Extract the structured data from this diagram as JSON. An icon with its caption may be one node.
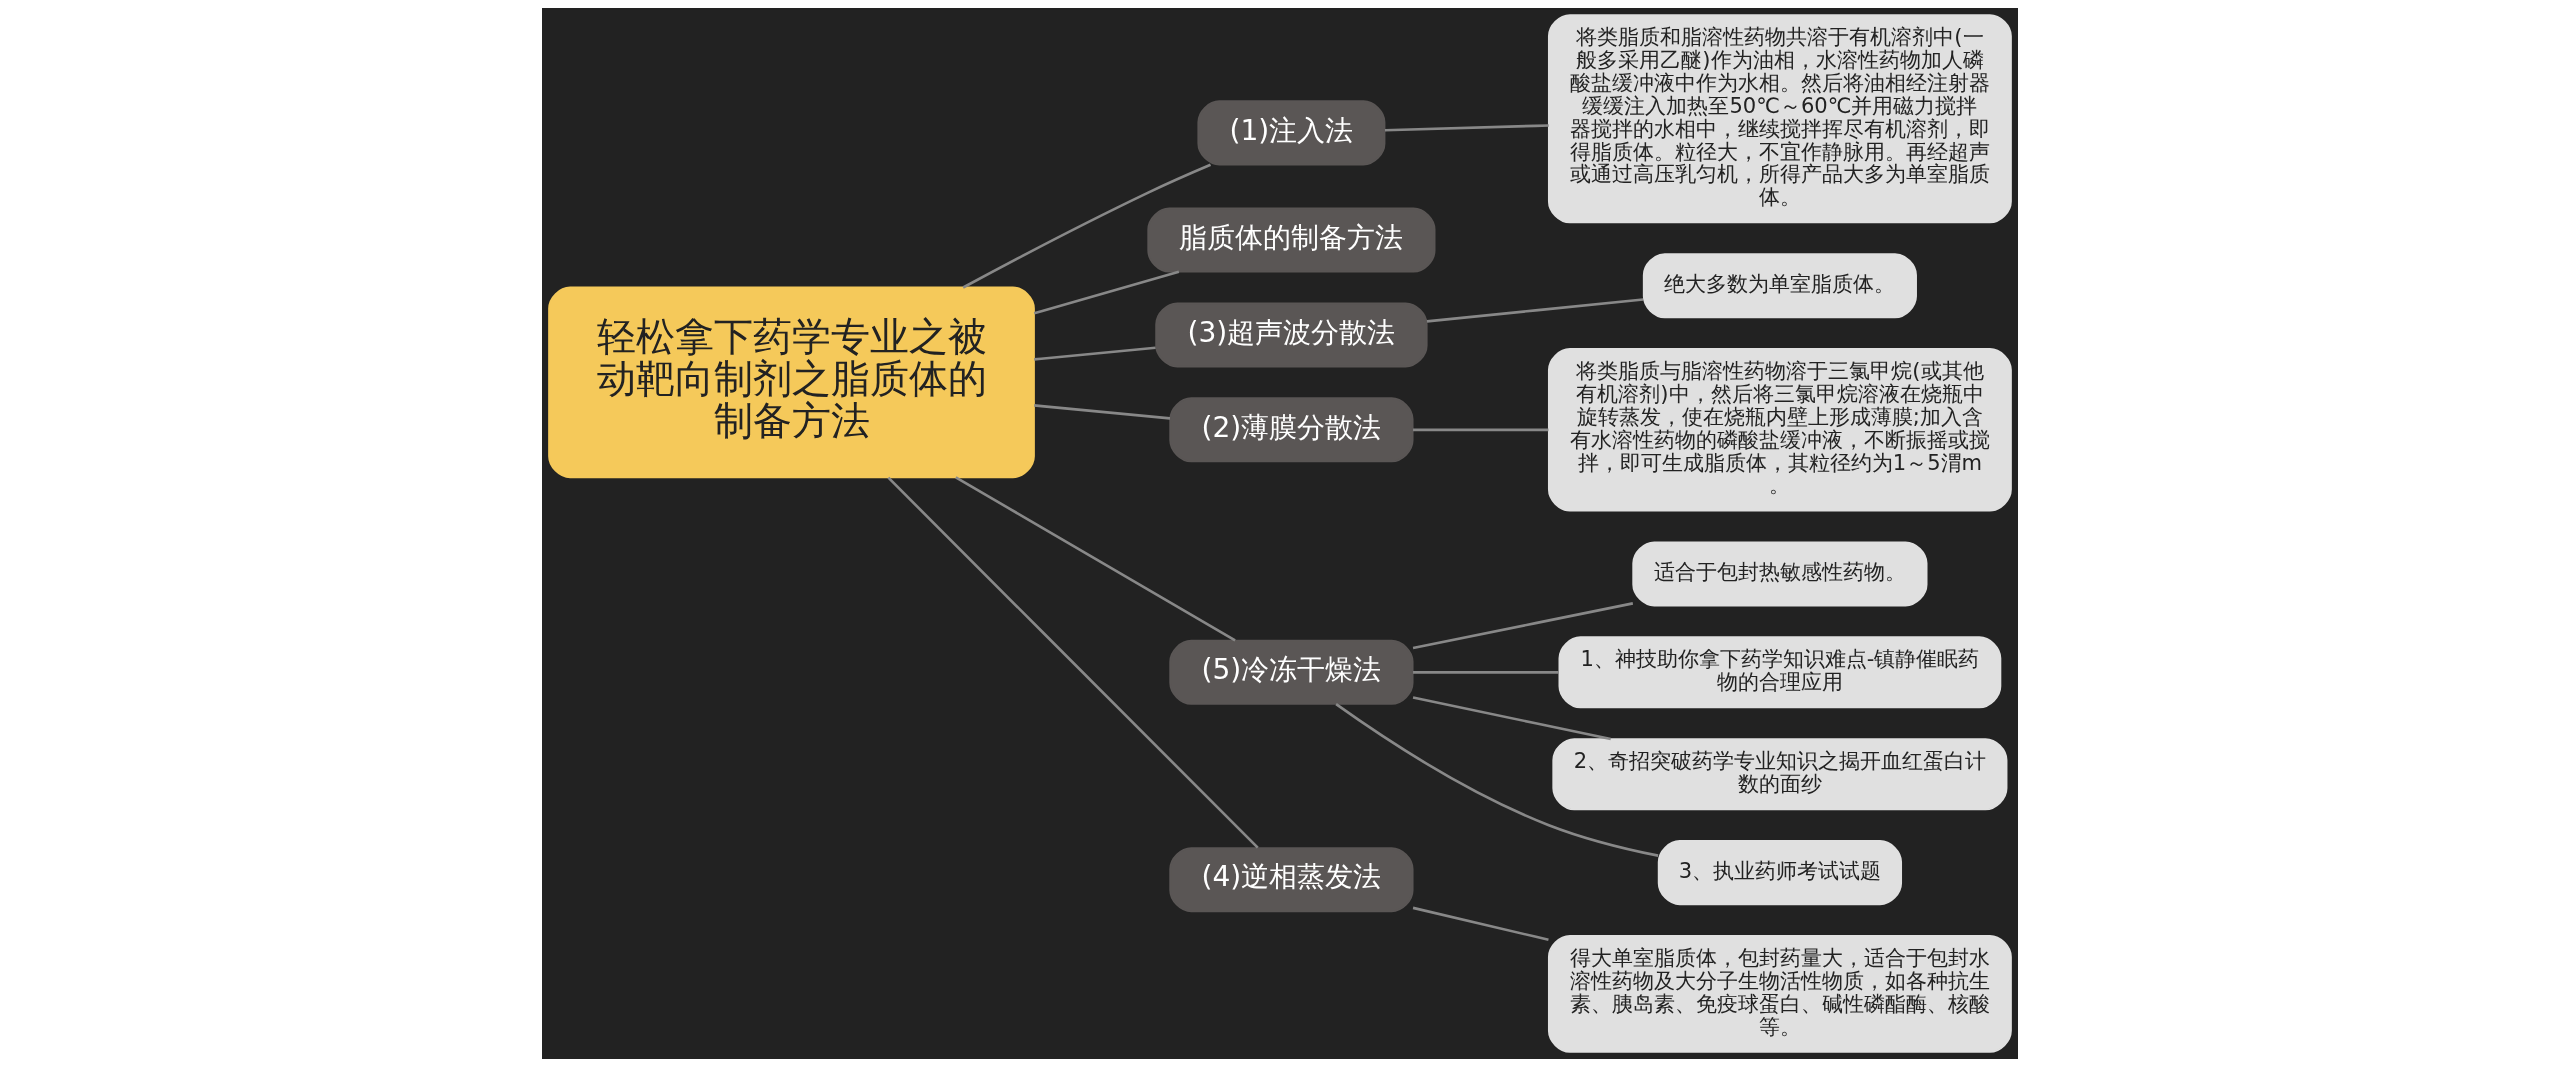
{
  "diagram": {
    "nodes": [
      {
        "text": [
          "轻松拿下药学专业之被动靶向制剂之脂质体的制备方法"
        ]
      },
      {
        "text": [
          "(1)注入法"
        ]
      },
      {
        "text": [
          "将类脂质和脂溶性药物共溶于有机溶剂中(一般多采用乙醚)作为油相，水溶性药物加人磷酸盐缓冲液中作为水相。然后将油相经注射器缓缓注入加热至50℃～60℃并用磁力搅拌器搅拌的水相中，继续搅拌挥尽有机溶剂，即得脂质体。粒径大，不宜作静脉用。再经超声或通过高压乳匀机，所得产品大多为单室脂质体。"
        ]
      },
      {
        "text": [
          "脂质体的制备方法"
        ]
      },
      {
        "text": [
          "(3)超声波分散法"
        ]
      },
      {
        "text": [
          "绝大多数为单室脂质体。"
        ]
      },
      {
        "text": [
          "(2)薄膜分散法"
        ]
      },
      {
        "text": [
          "将类脂质与脂溶性药物溶于三氯甲烷(或其他有机溶剂)中，然后将三氯甲烷溶液在烧瓶中旋转蒸发，使在烧瓶内壁上形成薄膜;加入含有水溶性药物的磷酸盐缓冲液，不断振摇或搅拌，即可生成脂质体，其粒径约为1～5渭m。"
        ]
      },
      {
        "text": [
          "适合于包封热敏感性药物。"
        ]
      },
      {
        "text": [
          "1、神技助你拿下药学知识难点-镇静催眠药物的合理应用"
        ]
      },
      {
        "text": [
          "(5)冷冻干燥法"
        ]
      },
      {
        "text": [
          "(4)逆相蒸发法"
        ]
      },
      {
        "text": [
          "得大单室脂质体，包封药量大，适合于包封水溶性药物及大分子生物活性物质，如各种抗生素、胰岛素、免疫球蛋白、碱性磷酯酶、核酸等。"
        ]
      },
      {
        "text": [
          "2、奇招突破药学专业知识之揭开血红蛋白计数的面纱"
        ]
      },
      {
        "text": [
          "3、执业药师考试试题"
        ]
      }
    ],
    "edges": [
      {
        "from": 0,
        "to": 1,
        "arrow": "none"
      },
      {
        "from": 1,
        "to": 2,
        "arrow": "none"
      },
      {
        "from": 0,
        "to": 3,
        "arrow": "none"
      },
      {
        "from": 0,
        "to": 4,
        "arrow": "none"
      },
      {
        "from": 4,
        "to": 5,
        "arrow": "none"
      },
      {
        "from": 0,
        "to": 6,
        "arrow": "none"
      },
      {
        "from": 6,
        "to": 7,
        "arrow": "none"
      },
      {
        "from": 0,
        "to": 10,
        "arrow": "none"
      },
      {
        "from": 10,
        "to": 8,
        "arrow": "none"
      },
      {
        "from": 10,
        "to": 9,
        "arrow": "none"
      },
      {
        "from": 10,
        "to": 13,
        "arrow": "none"
      },
      {
        "from": 10,
        "to": 14,
        "arrow": "none"
      },
      {
        "from": 0,
        "to": 11,
        "arrow": "none"
      },
      {
        "from": 11,
        "to": 12,
        "arrow": "none"
      }
    ]
  }
}
